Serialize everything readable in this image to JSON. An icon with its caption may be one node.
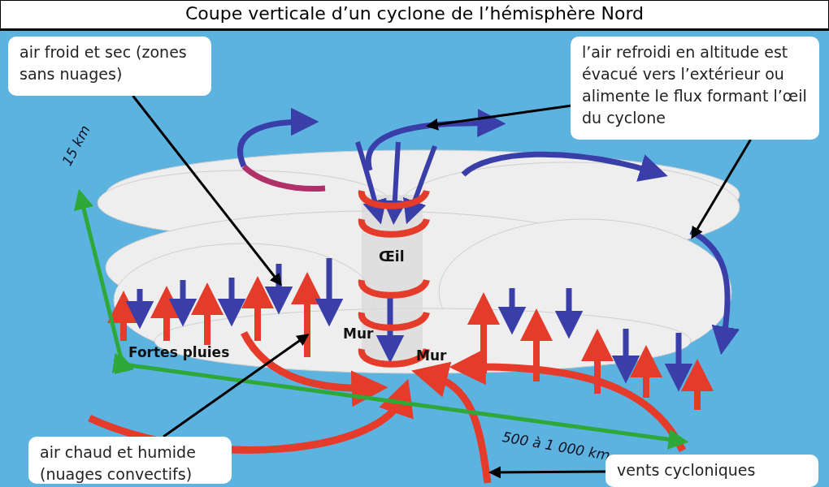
{
  "diagram": {
    "title": "Coupe verticale d’un cyclone de l’hémisphère Nord",
    "nodes": [
      {
        "text": [
          "air froid et sec (zones sans nuages)"
        ]
      },
      {
        "text": [
          "l’air refroidi en altitude est évacué vers l’extérieur ou alimente le flux formant l’œil du cyclone"
        ]
      },
      {
        "text": [
          "air chaud et humide (nuages convectifs)"
        ]
      },
      {
        "text": [
          "vents cycloniques"
        ]
      }
    ],
    "edges": [
      {
        "from": 0,
        "to": null,
        "arrow": "to"
      },
      {
        "from": 1,
        "to": null,
        "arrow": "to"
      },
      {
        "from": 1,
        "to": null,
        "arrow": "to"
      },
      {
        "from": 2,
        "to": null,
        "arrow": "to"
      },
      {
        "from": 3,
        "to": null,
        "arrow": "to"
      }
    ],
    "labels": [
      "15 km",
      "Œil",
      "Mur",
      "Fortes pluies",
      "Mur",
      "500 à 1 000 km"
    ]
  }
}
